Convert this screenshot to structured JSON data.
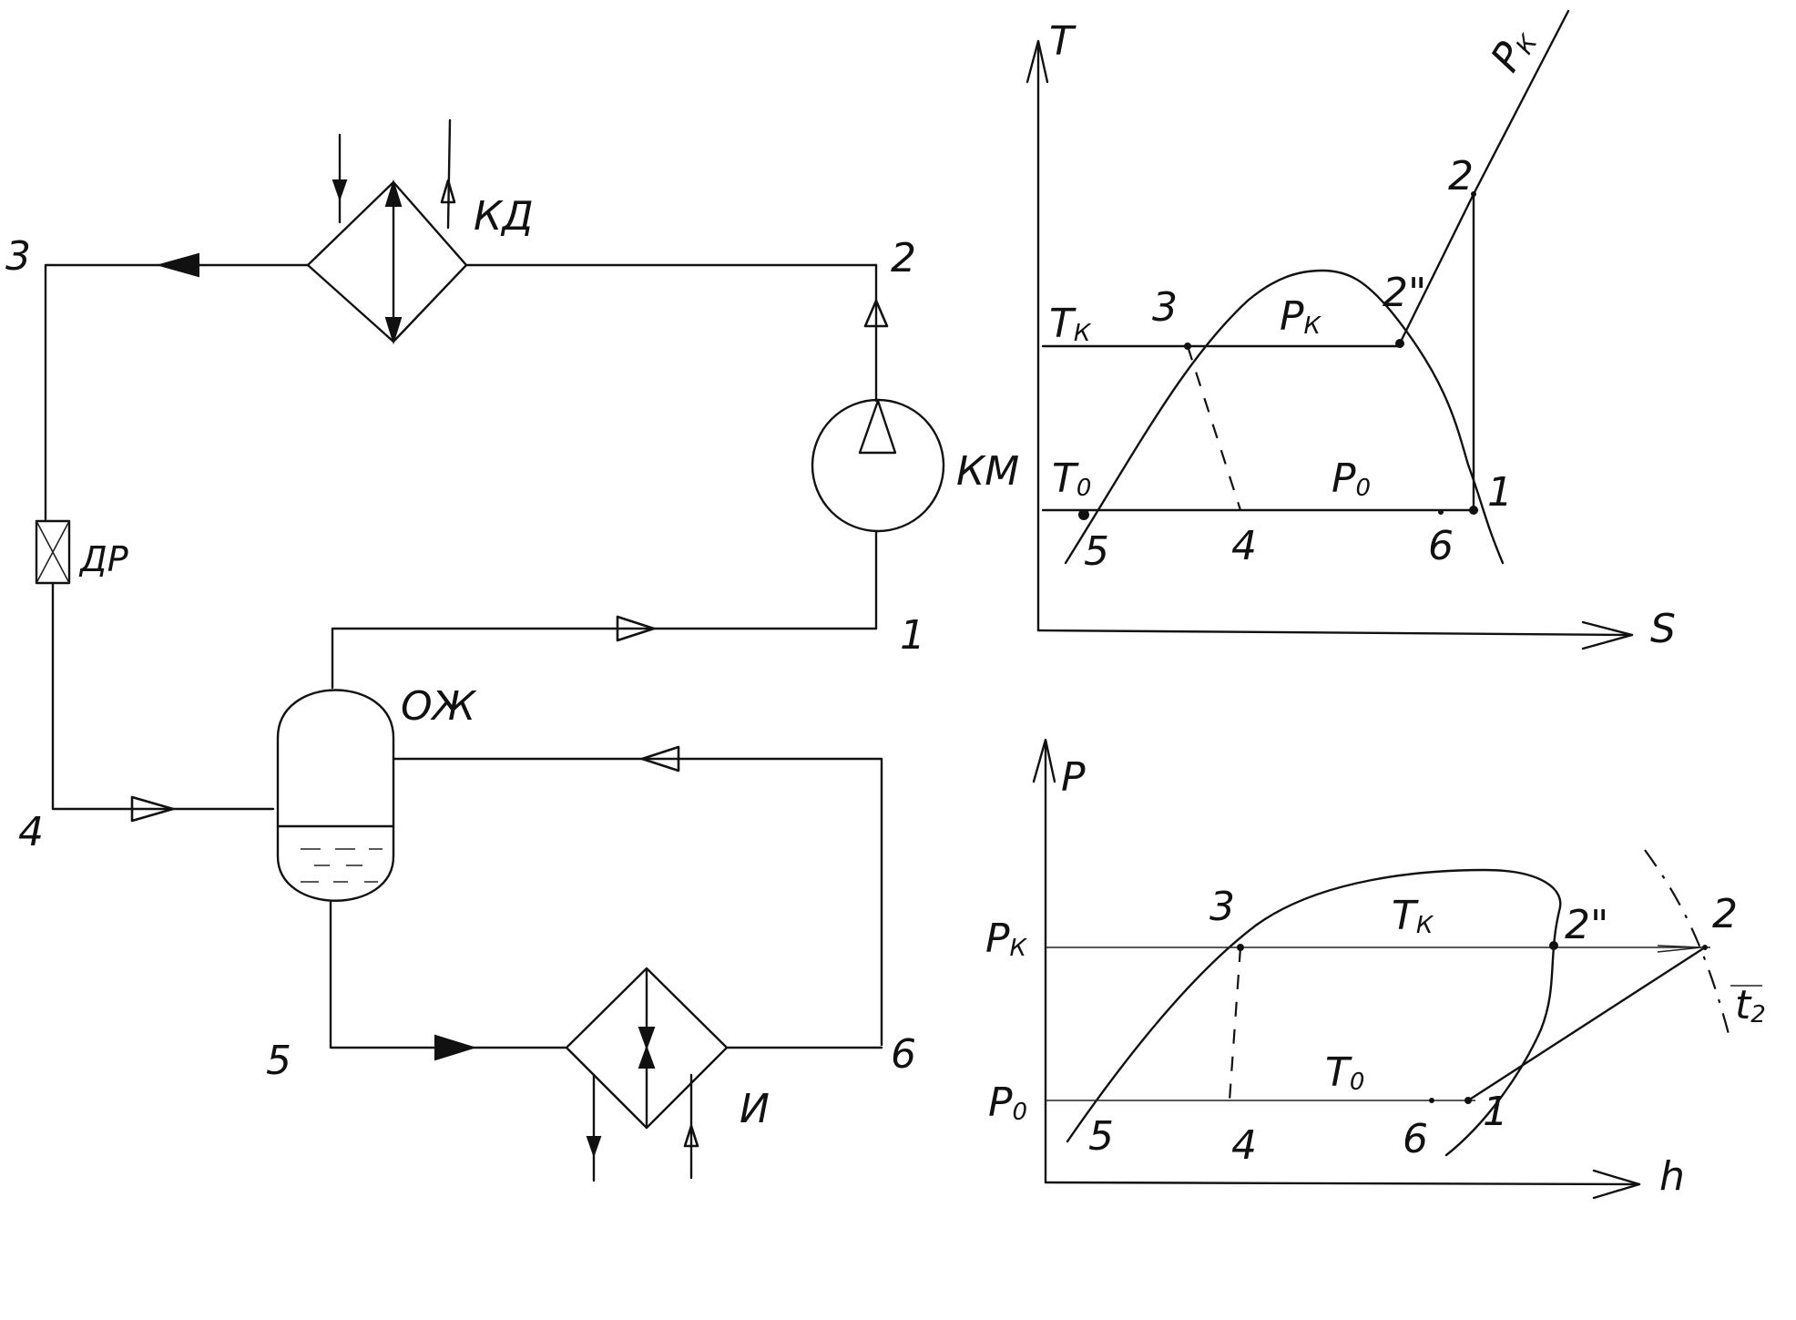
{
  "schematic": {
    "nodes": [
      "1",
      "2",
      "3",
      "4",
      "5",
      "6"
    ],
    "components": {
      "condenser": "КД",
      "compressor": "КМ",
      "throttle": "ДР",
      "separator": "ОЖ",
      "evaporator": "И"
    }
  },
  "ts_diagram": {
    "axis_y": "T",
    "axis_x": "S",
    "points": [
      "1",
      "2",
      "2\"",
      "3",
      "4",
      "5",
      "6"
    ],
    "isobar_k": {
      "base": "P",
      "sub": "К"
    },
    "isobar_0": {
      "base": "P",
      "sub": "0"
    },
    "temp_k": {
      "base": "T",
      "sub": "К"
    },
    "temp_0": {
      "base": "T",
      "sub": "0"
    },
    "isobar_k_line": {
      "base": "P",
      "sub": "К"
    }
  },
  "ph_diagram": {
    "axis_y": "P",
    "axis_x": "h",
    "points": [
      "1",
      "2",
      "2\"",
      "3",
      "4",
      "5",
      "6"
    ],
    "pres_k": {
      "base": "P",
      "sub": "К"
    },
    "pres_0": {
      "base": "P",
      "sub": "0"
    },
    "temp_k": {
      "base": "T",
      "sub": "К"
    },
    "temp_0": {
      "base": "T",
      "sub": "0"
    },
    "temp_2": {
      "base": "t",
      "sub": "2"
    }
  }
}
